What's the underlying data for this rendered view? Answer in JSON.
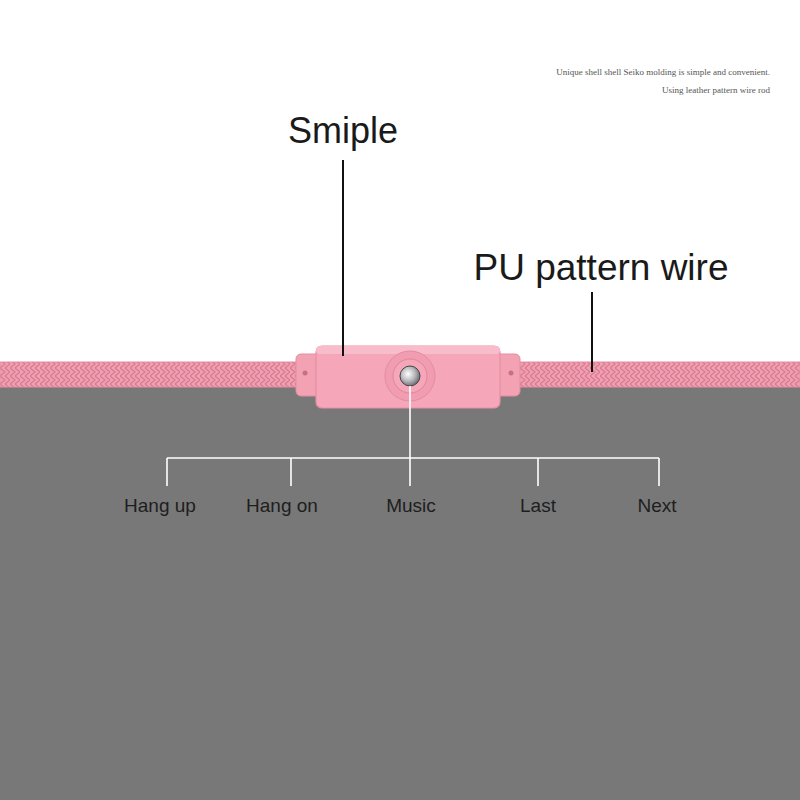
{
  "diagram": {
    "labels": [
      "Unique shell shell Seiko molding is simple and convenient.",
      "Using leather pattern wire rod",
      "Smiple",
      "PU pattern wire",
      "Hang up",
      "Hang on",
      "Music",
      "Last",
      "Next"
    ]
  }
}
